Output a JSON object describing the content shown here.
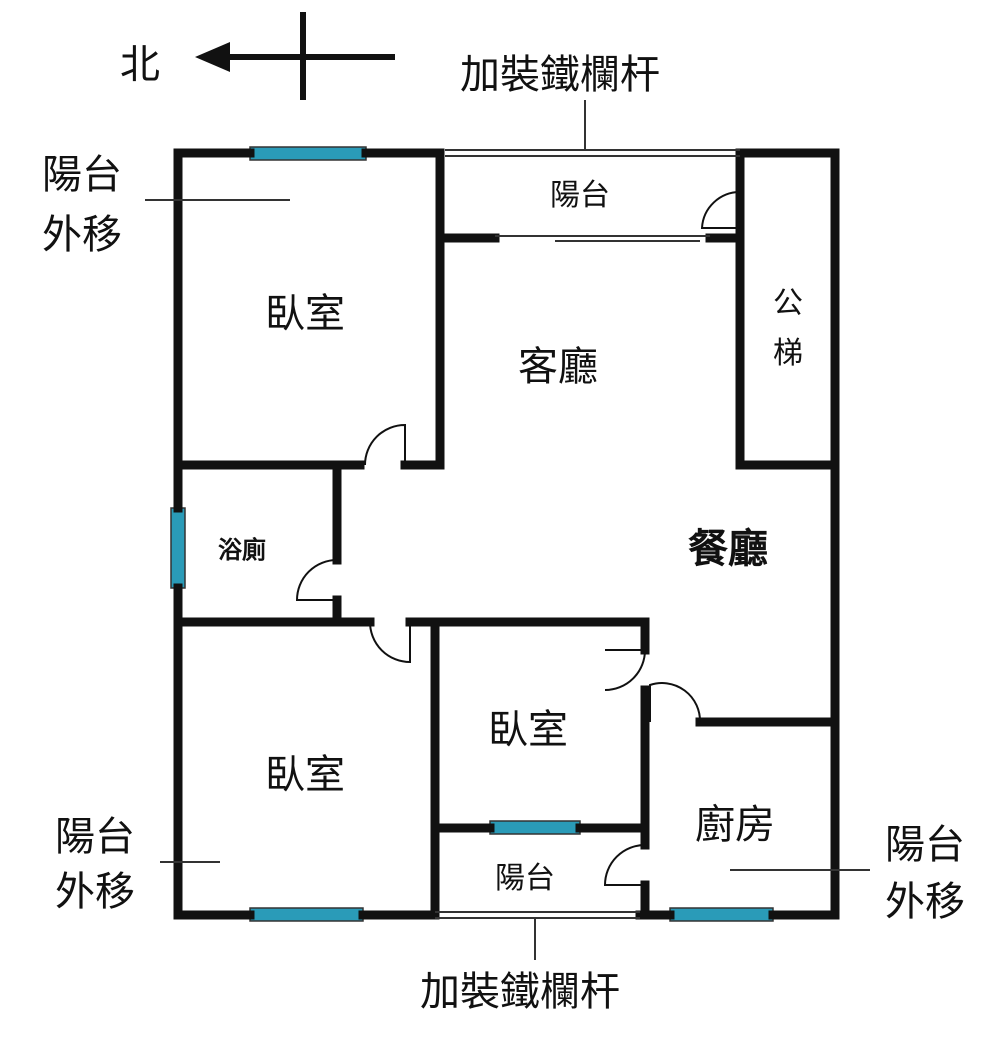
{
  "compass": {
    "north_label": "北"
  },
  "annotations": {
    "railing_top": "加裝鐵欄杆",
    "railing_bottom": "加裝鐵欄杆",
    "balcony_moved_nw": [
      "陽台",
      "外移"
    ],
    "balcony_moved_sw": [
      "陽台",
      "外移"
    ],
    "balcony_moved_se": [
      "陽台",
      "外移"
    ]
  },
  "rooms": {
    "bedroom_1": "臥室",
    "living_room": "客廳",
    "balcony_top": "陽台",
    "public_stairs": [
      "公",
      "梯"
    ],
    "bathroom": "浴廁",
    "dining_room": "餐廳",
    "bedroom_2": "臥室",
    "bedroom_3": "臥室",
    "kitchen": "廚房",
    "balcony_bottom": "陽台"
  },
  "colors": {
    "window": "#2a9bb8",
    "wall": "#111111"
  }
}
